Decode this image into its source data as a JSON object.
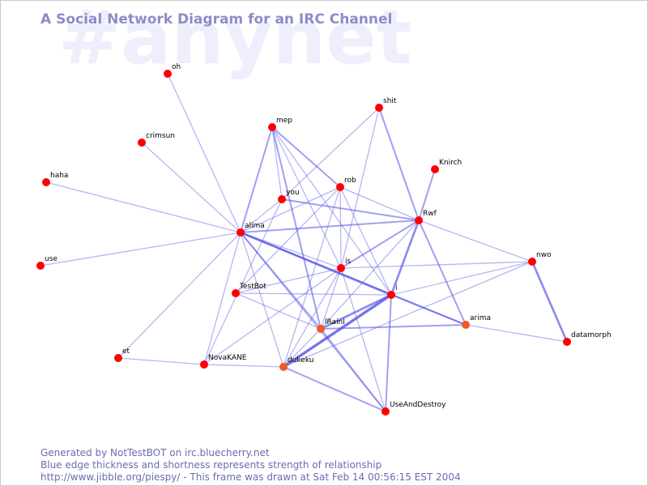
{
  "title": "A Social Network Diagram for an IRC Channel",
  "watermark": "#anynet",
  "footer": {
    "line1": "Generated by NotTestBOT on irc.bluecherry.net",
    "line2": "Blue edge thickness and shortness represents strength of relationship",
    "line3": "http://www.jibble.org/piespy/ - This frame was drawn at Sat Feb 14 00:56:15 EST 2004"
  },
  "colors": {
    "node_default": "#ff0000",
    "node_highlight": "#f05a1e",
    "edge": "#5050e6",
    "title": "#8c8cc8",
    "watermark": "#eeeefc",
    "footer": "#6b6bb0"
  },
  "nodes": [
    {
      "id": "oh",
      "label": "oh",
      "color": "#ff0000"
    },
    {
      "id": "shit",
      "label": "shit",
      "color": "#ff0000"
    },
    {
      "id": "mep",
      "label": "mep",
      "color": "#ff0000"
    },
    {
      "id": "crimsun",
      "label": "crimsun",
      "color": "#ff0000"
    },
    {
      "id": "knirch",
      "label": "Knirch",
      "color": "#ff0000"
    },
    {
      "id": "haha",
      "label": "haha",
      "color": "#ff0000"
    },
    {
      "id": "rob",
      "label": "rob",
      "color": "#ff0000"
    },
    {
      "id": "you",
      "label": "you",
      "color": "#ff0000"
    },
    {
      "id": "rwf",
      "label": "Rwf",
      "color": "#ff0000"
    },
    {
      "id": "alima",
      "label": "alima",
      "color": "#ff0000"
    },
    {
      "id": "use",
      "label": "use",
      "color": "#ff0000"
    },
    {
      "id": "nwo",
      "label": "nwo",
      "color": "#ff0000"
    },
    {
      "id": "is",
      "label": "is",
      "color": "#ff0000"
    },
    {
      "id": "testbot",
      "label": "TestBot",
      "color": "#ff0000"
    },
    {
      "id": "i",
      "label": "i",
      "color": "#ff0000"
    },
    {
      "id": "arima",
      "label": "arima",
      "color": "#f05a1e"
    },
    {
      "id": "raini",
      "label": "lRainl",
      "color": "#f05a1e"
    },
    {
      "id": "datamorph",
      "label": "datamorph",
      "color": "#ff0000"
    },
    {
      "id": "et",
      "label": "et",
      "color": "#ff0000"
    },
    {
      "id": "novakane",
      "label": "NovaKANE",
      "color": "#ff0000"
    },
    {
      "id": "dukeku",
      "label": "dukeku",
      "color": "#f05a1e"
    },
    {
      "id": "useanddestroy",
      "label": "UseAndDestroy",
      "color": "#ff0000"
    }
  ],
  "edges": [
    {
      "from": "oh",
      "to": "alima",
      "strength": 1
    },
    {
      "from": "crimsun",
      "to": "alima",
      "strength": 1
    },
    {
      "from": "haha",
      "to": "alima",
      "strength": 1
    },
    {
      "from": "use",
      "to": "alima",
      "strength": 1
    },
    {
      "from": "et",
      "to": "alima",
      "strength": 1
    },
    {
      "from": "novakane",
      "to": "alima",
      "strength": 1
    },
    {
      "from": "mep",
      "to": "alima",
      "strength": 2
    },
    {
      "from": "mep",
      "to": "you",
      "strength": 1
    },
    {
      "from": "mep",
      "to": "rob",
      "strength": 2
    },
    {
      "from": "mep",
      "to": "is",
      "strength": 1
    },
    {
      "from": "mep",
      "to": "raini",
      "strength": 2
    },
    {
      "from": "mep",
      "to": "i",
      "strength": 1
    },
    {
      "from": "shit",
      "to": "you",
      "strength": 1
    },
    {
      "from": "shit",
      "to": "is",
      "strength": 1
    },
    {
      "from": "shit",
      "to": "rwf",
      "strength": 2
    },
    {
      "from": "knirch",
      "to": "rwf",
      "strength": 2
    },
    {
      "from": "rob",
      "to": "alima",
      "strength": 1
    },
    {
      "from": "rob",
      "to": "rwf",
      "strength": 1
    },
    {
      "from": "rob",
      "to": "i",
      "strength": 1
    },
    {
      "from": "rob",
      "to": "dukeku",
      "strength": 1
    },
    {
      "from": "rob",
      "to": "testbot",
      "strength": 1
    },
    {
      "from": "rob",
      "to": "is",
      "strength": 1
    },
    {
      "from": "you",
      "to": "alima",
      "strength": 1
    },
    {
      "from": "you",
      "to": "rwf",
      "strength": 2
    },
    {
      "from": "you",
      "to": "novakane",
      "strength": 1
    },
    {
      "from": "alima",
      "to": "rwf",
      "strength": 2
    },
    {
      "from": "alima",
      "to": "is",
      "strength": 1
    },
    {
      "from": "alima",
      "to": "i",
      "strength": 3
    },
    {
      "from": "alima",
      "to": "arima",
      "strength": 2
    },
    {
      "from": "alima",
      "to": "raini",
      "strength": 2
    },
    {
      "from": "alima",
      "to": "dukeku",
      "strength": 1
    },
    {
      "from": "alima",
      "to": "useanddestroy",
      "strength": 1
    },
    {
      "from": "rwf",
      "to": "is",
      "strength": 2
    },
    {
      "from": "rwf",
      "to": "i",
      "strength": 3
    },
    {
      "from": "rwf",
      "to": "nwo",
      "strength": 1
    },
    {
      "from": "rwf",
      "to": "arima",
      "strength": 2
    },
    {
      "from": "rwf",
      "to": "raini",
      "strength": 1
    },
    {
      "from": "nwo",
      "to": "is",
      "strength": 1
    },
    {
      "from": "nwo",
      "to": "i",
      "strength": 1
    },
    {
      "from": "nwo",
      "to": "dukeku",
      "strength": 1
    },
    {
      "from": "nwo",
      "to": "datamorph",
      "strength": 3
    },
    {
      "from": "is",
      "to": "testbot",
      "strength": 1
    },
    {
      "from": "is",
      "to": "raini",
      "strength": 1
    },
    {
      "from": "is",
      "to": "dukeku",
      "strength": 1
    },
    {
      "from": "is",
      "to": "novakane",
      "strength": 1
    },
    {
      "from": "is",
      "to": "useanddestroy",
      "strength": 1
    },
    {
      "from": "i",
      "to": "testbot",
      "strength": 1
    },
    {
      "from": "i",
      "to": "raini",
      "strength": 3
    },
    {
      "from": "i",
      "to": "dukeku",
      "strength": 4
    },
    {
      "from": "i",
      "to": "useanddestroy",
      "strength": 2
    },
    {
      "from": "i",
      "to": "arima",
      "strength": 2
    },
    {
      "from": "testbot",
      "to": "raini",
      "strength": 1
    },
    {
      "from": "raini",
      "to": "arima",
      "strength": 2
    },
    {
      "from": "raini",
      "to": "useanddestroy",
      "strength": 2
    },
    {
      "from": "raini",
      "to": "dukeku",
      "strength": 1
    },
    {
      "from": "arima",
      "to": "datamorph",
      "strength": 1
    },
    {
      "from": "et",
      "to": "novakane",
      "strength": 1
    },
    {
      "from": "novakane",
      "to": "dukeku",
      "strength": 1
    },
    {
      "from": "dukeku",
      "to": "useanddestroy",
      "strength": 2
    }
  ]
}
